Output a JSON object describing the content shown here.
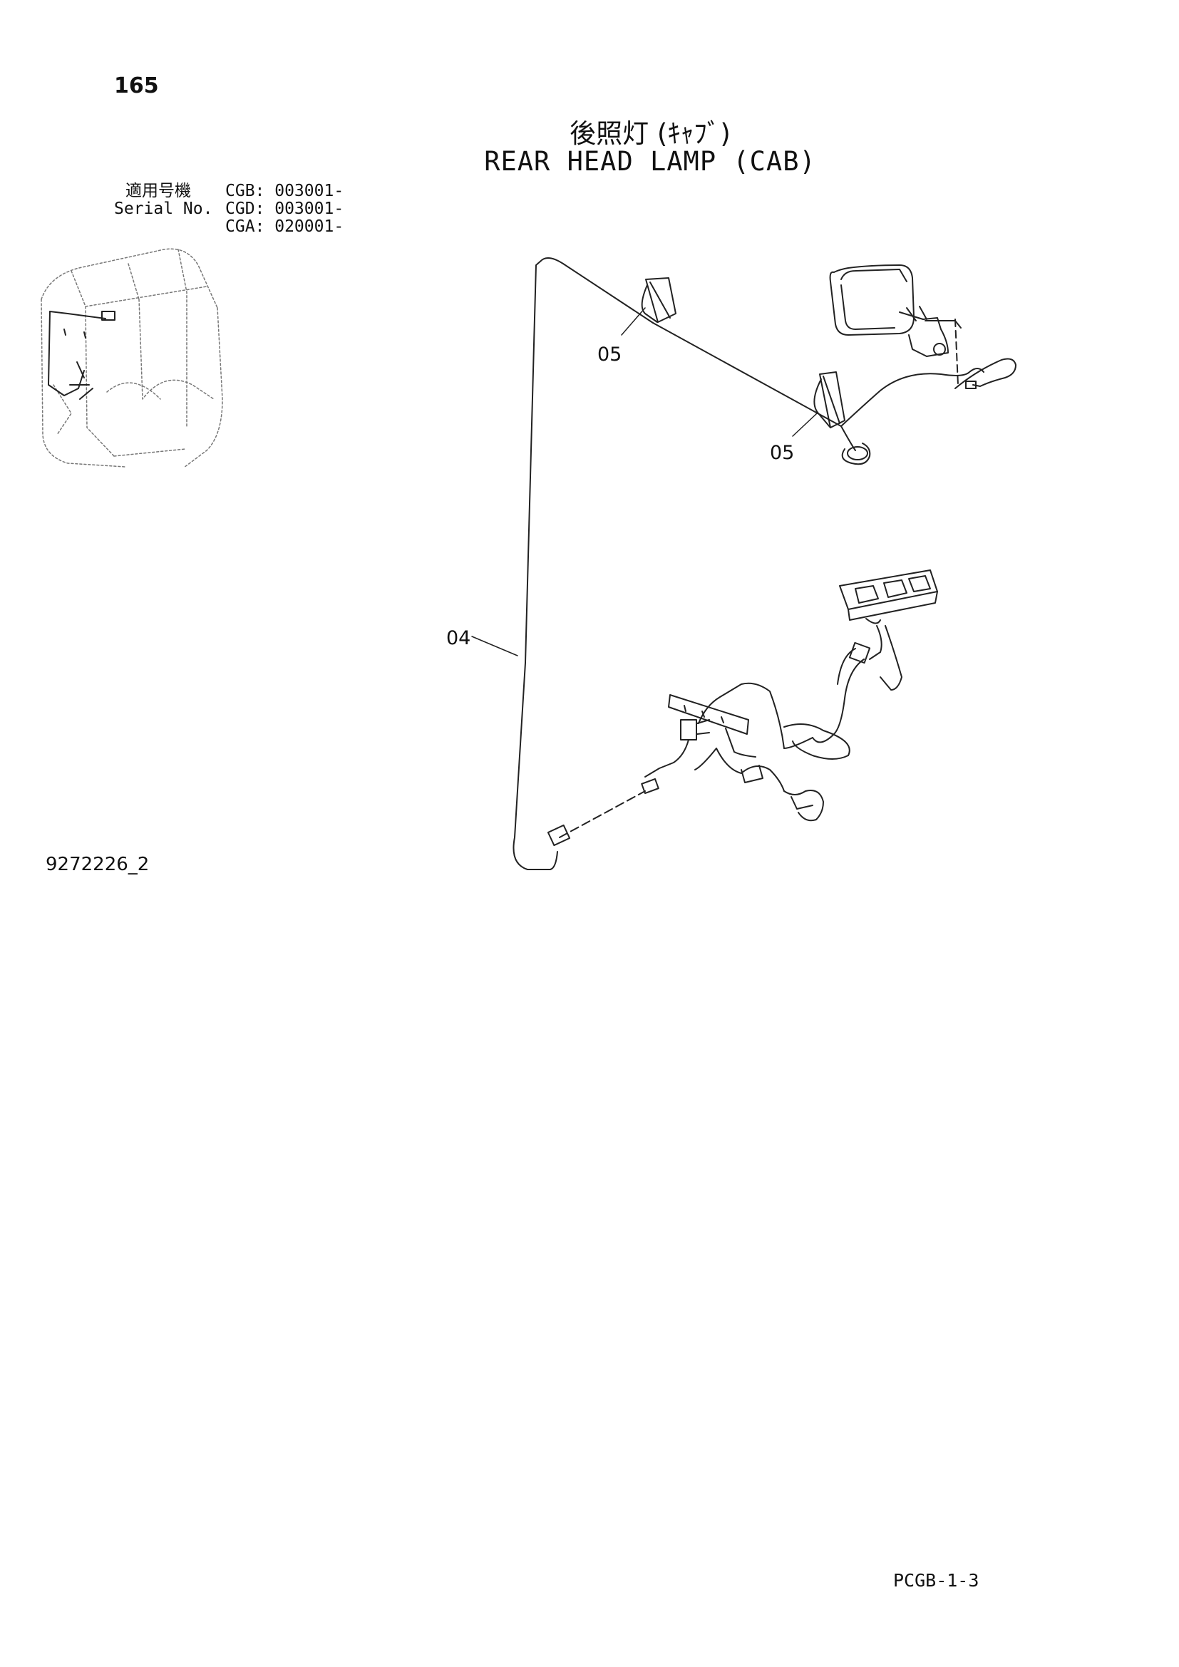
{
  "page_number": "165",
  "title_jp": "後照灯 (ｷｬﾌﾞ)",
  "title_en": "REAR HEAD LAMP (CAB)",
  "serial": {
    "label_jp": "適用号機",
    "label_en": "Serial No.",
    "values": [
      "CGB: 003001-",
      "CGD: 003001-",
      "CGA: 020001-"
    ]
  },
  "callouts": {
    "upper_clip": "05",
    "lower_clip": "05",
    "harness": "04"
  },
  "figure_code": "9272226_2",
  "page_code": "PCGB-1-3"
}
